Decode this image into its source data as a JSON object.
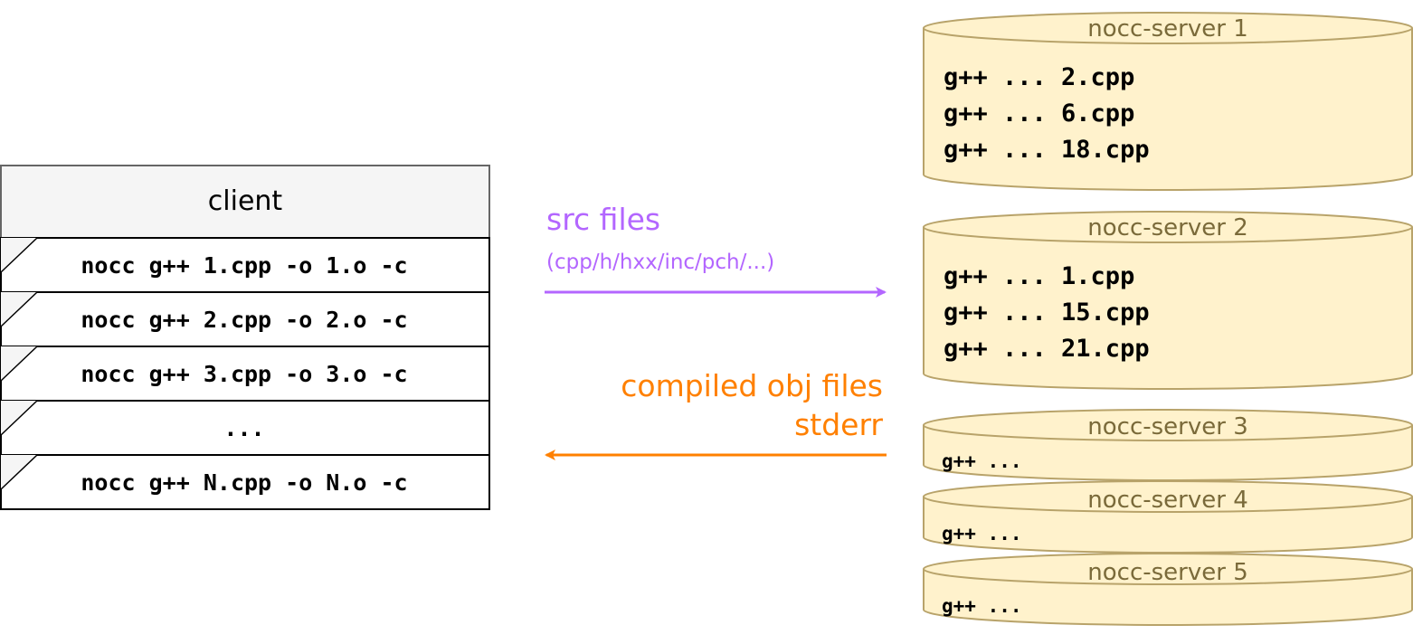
{
  "client": {
    "title": "client",
    "rows": [
      "nocc g++ 1.cpp -o 1.o -c",
      "nocc g++ 2.cpp -o 2.o -c",
      "nocc g++ 3.cpp -o 3.o -c",
      "...",
      "nocc g++ N.cpp -o N.o -c"
    ]
  },
  "arrows": {
    "src_title": "src files",
    "src_sub": "(cpp/h/hxx/inc/pch/...)",
    "obj_line1": "compiled obj files",
    "obj_line2": "stderr"
  },
  "servers": [
    {
      "title": "nocc-server 1",
      "lines": [
        "g++ ... 2.cpp",
        "g++ ... 6.cpp",
        "g++ ... 18.cpp"
      ]
    },
    {
      "title": "nocc-server 2",
      "lines": [
        "g++ ... 1.cpp",
        "g++ ... 15.cpp",
        "g++ ... 21.cpp"
      ]
    },
    {
      "title": "nocc-server 3",
      "lines": [
        "g++ ..."
      ]
    },
    {
      "title": "nocc-server 4",
      "lines": [
        "g++ ..."
      ]
    },
    {
      "title": "nocc-server 5",
      "lines": [
        "g++ ..."
      ]
    }
  ],
  "colors": {
    "purple": "#b366ff",
    "orange": "#ff8000",
    "server_fill": "#fff2cc",
    "server_stroke": "#b8a36a",
    "client_header_fill": "#f5f5f5"
  }
}
